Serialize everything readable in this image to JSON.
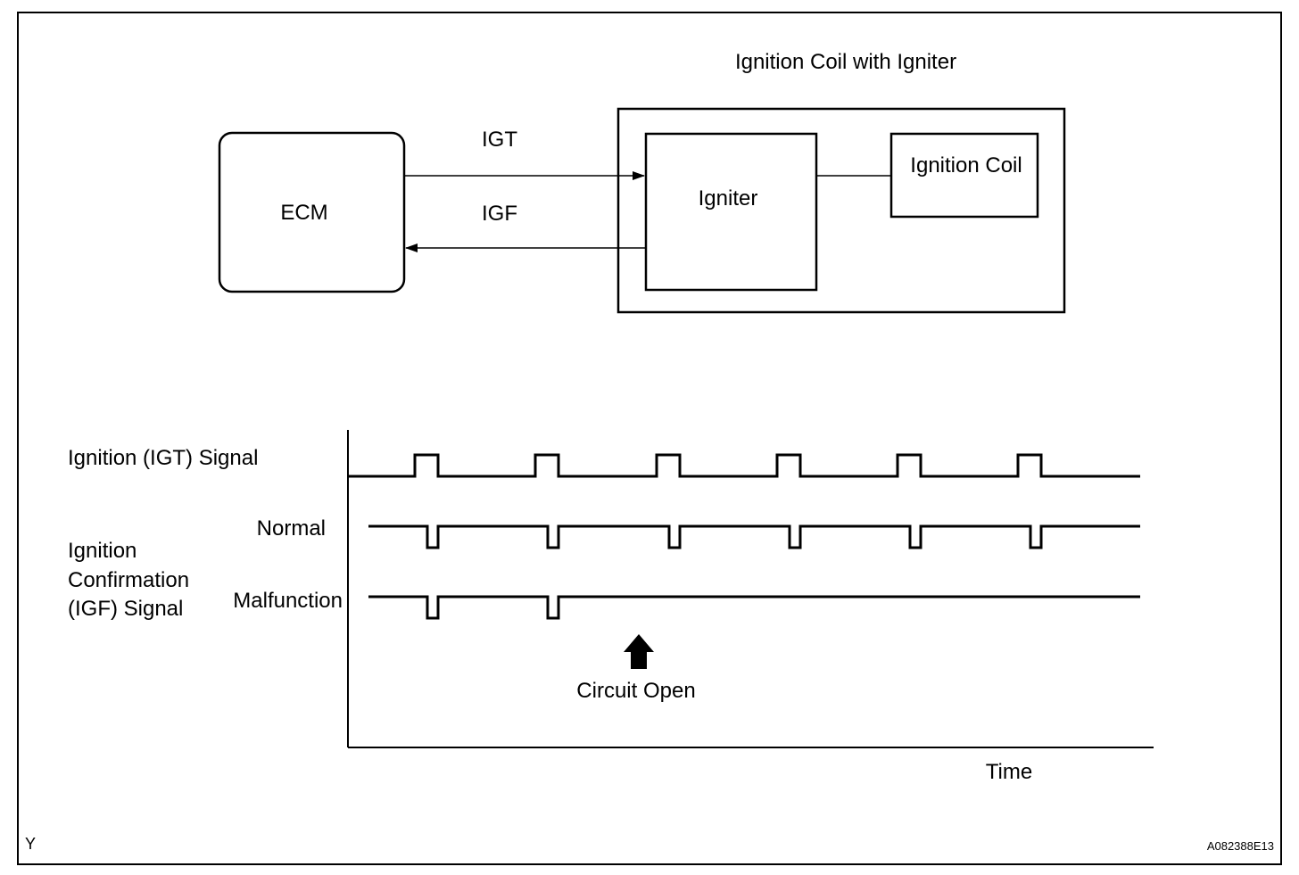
{
  "block_diagram": {
    "assembly_title": "Ignition Coil with Igniter",
    "ecm_label": "ECM",
    "igniter_label": "Igniter",
    "coil_label": "Ignition Coil",
    "igt_label": "IGT",
    "igf_label": "IGF"
  },
  "timing_chart": {
    "igt_signal_label": "Ignition (IGT) Signal",
    "igf_signal_label_lines": [
      "Ignition",
      "Confirmation",
      "(IGF) Signal"
    ],
    "normal_label": "Normal",
    "malfunction_label": "Malfunction",
    "event_label": "Circuit Open",
    "time_axis_label": "Time",
    "igt_pulse_count": 6,
    "igf_normal_pulse_count": 6,
    "igf_malfunction_pulse_count": 2
  },
  "footer": {
    "corner_letter": "Y",
    "figure_code": "A082388E13"
  }
}
